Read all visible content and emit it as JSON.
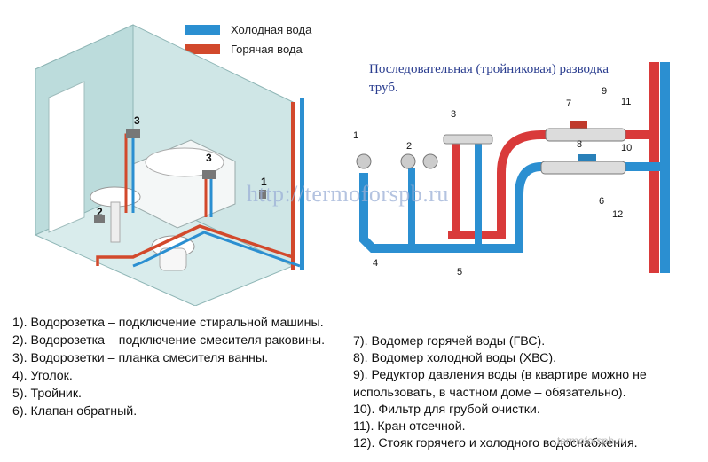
{
  "legend": {
    "cold": {
      "label": "Холодная вода",
      "color": "#2b8fd1"
    },
    "hot": {
      "label": "Горячая вода",
      "color": "#d2492c"
    }
  },
  "scheme_title": "Последовательная (тройниковая) разводка труб.",
  "watermark": "http://termoforspb.ru",
  "bottom_watermark": "termoforspb.ru",
  "left_diagram_numbers": [
    "3",
    "3",
    "1",
    "2"
  ],
  "right_diagram_numbers": [
    "1",
    "2",
    "3",
    "4",
    "5",
    "6",
    "7",
    "8",
    "9",
    "10",
    "11",
    "12"
  ],
  "captions_left": [
    "1). Водорозетка – подключение стиральной машины.",
    "2). Водорозетка – подключение смесителя раковины.",
    "3). Водорозетки – планка смесителя ванны.",
    "4). Уголок.",
    "5). Тройник.",
    "6). Клапан обратный."
  ],
  "captions_right": [
    "7). Водомер горячей воды (ГВС).",
    "8). Водомер холодной воды (ХВС).",
    "9). Редуктор давления воды (в квартире можно не использовать, в частном доме – обязательно).",
    "10). Фильтр для грубой очистки.",
    "11). Кран отсечной.",
    "12). Стояк горячего и холодного водоснабжения."
  ]
}
